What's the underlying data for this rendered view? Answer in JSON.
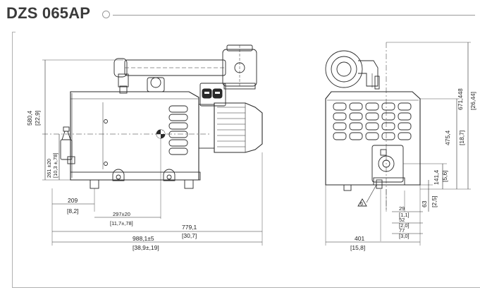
{
  "title": "DZS 065AP",
  "front_view": {
    "dim_height_total": "580,4",
    "dim_height_total_in": "[22,9]",
    "dim_height_axis": "261 ±20",
    "dim_height_axis_in": "[10,3 ±,78]",
    "dim_foot_left": "209",
    "dim_foot_left_in": "[8,2]",
    "dim_foot_spacing": "297±20",
    "dim_foot_spacing_in": "[11,7±,78]",
    "dim_to_flange": "779,1",
    "dim_to_flange_in": "[30,7]",
    "dim_length_total": "988,1±5",
    "dim_length_total_in": "[38,9±,19]"
  },
  "side_view": {
    "dim_height_total": "671,448",
    "dim_height_total_in": "[26,44]",
    "dim_height_upper": "475,4",
    "dim_height_upper_in": "[18,7]",
    "dim_outlet_height": "141,4",
    "dim_outlet_height_in": "[5,6]",
    "dim_outlet_low": "63",
    "dim_outlet_low_in": "[2,5]",
    "dim_off_1": "29",
    "dim_off_1_in": "[1,1]",
    "dim_off_2": "52",
    "dim_off_2_in": "[2,0]",
    "dim_off_3": "77",
    "dim_off_3_in": "[3,0]",
    "dim_width": "401",
    "dim_width_in": "[15,8]",
    "marker": "6"
  },
  "colors": {
    "line": "#2a2a2a",
    "frame": "#b0b0b0",
    "title": "#3a3a3a"
  }
}
